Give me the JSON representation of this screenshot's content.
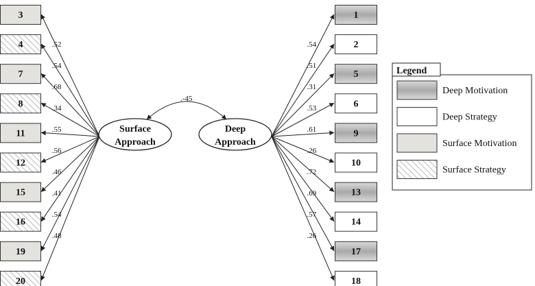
{
  "colors": {
    "deep_motivation_fill": "#b5b5b5",
    "deep_strategy_fill": "#ffffff",
    "surface_motivation_fill": "#e6e4e0",
    "surface_strategy_hatch": "#b8b8b8",
    "stroke": "#222222"
  },
  "factors": {
    "surface": {
      "line1": "Surface",
      "line2": "Approach"
    },
    "deep": {
      "line1": "Deep",
      "line2": "Approach"
    }
  },
  "correlation": ".-45",
  "surface_items": [
    {
      "label": "3",
      "type": "surface-motivation",
      "weight": ".52"
    },
    {
      "label": "4",
      "type": "surface-strategy",
      "weight": ".54"
    },
    {
      "label": "7",
      "type": "surface-motivation",
      "weight": ".68"
    },
    {
      "label": "8",
      "type": "surface-strategy",
      "weight": ".34"
    },
    {
      "label": "11",
      "type": "surface-motivation",
      "weight": ".55"
    },
    {
      "label": "12",
      "type": "surface-strategy",
      "weight": ".56"
    },
    {
      "label": "15",
      "type": "surface-motivation",
      "weight": ".46"
    },
    {
      "label": "16",
      "type": "surface-strategy",
      "weight": ".41"
    },
    {
      "label": "19",
      "type": "surface-motivation",
      "weight": ".54"
    },
    {
      "label": "20",
      "type": "surface-strategy",
      "weight": ".48"
    }
  ],
  "deep_items": [
    {
      "label": "1",
      "type": "deep-motivation",
      "weight": ".54"
    },
    {
      "label": "2",
      "type": "deep-strategy",
      "weight": ".51"
    },
    {
      "label": "5",
      "type": "deep-motivation",
      "weight": ".31"
    },
    {
      "label": "6",
      "type": "deep-strategy",
      "weight": ".53"
    },
    {
      "label": "9",
      "type": "deep-motivation",
      "weight": ".61"
    },
    {
      "label": "10",
      "type": "deep-strategy",
      "weight": ".26"
    },
    {
      "label": "13",
      "type": "deep-motivation",
      "weight": ".72"
    },
    {
      "label": "14",
      "type": "deep-strategy",
      "weight": ".69"
    },
    {
      "label": "17",
      "type": "deep-motivation",
      "weight": ".57"
    },
    {
      "label": "18",
      "type": "deep-strategy",
      "weight": ".26"
    }
  ],
  "legend": {
    "title": "Legend",
    "entries": [
      {
        "type": "deep-motivation",
        "label": "Deep Motivation"
      },
      {
        "type": "deep-strategy",
        "label": "Deep Strategy"
      },
      {
        "type": "surface-motivation",
        "label": "Surface Motivation"
      },
      {
        "type": "surface-strategy",
        "label": "Surface Strategy"
      }
    ]
  }
}
